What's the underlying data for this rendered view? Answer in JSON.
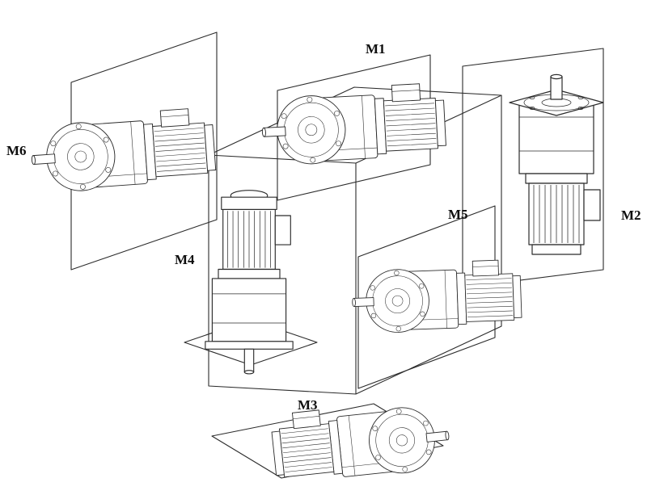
{
  "labels": {
    "m1": "M1",
    "m2": "M2",
    "m3": "M3",
    "m4": "M4",
    "m5": "M5",
    "m6": "M6"
  },
  "colors": {
    "line": "#2b2b2b",
    "background": "#ffffff"
  }
}
